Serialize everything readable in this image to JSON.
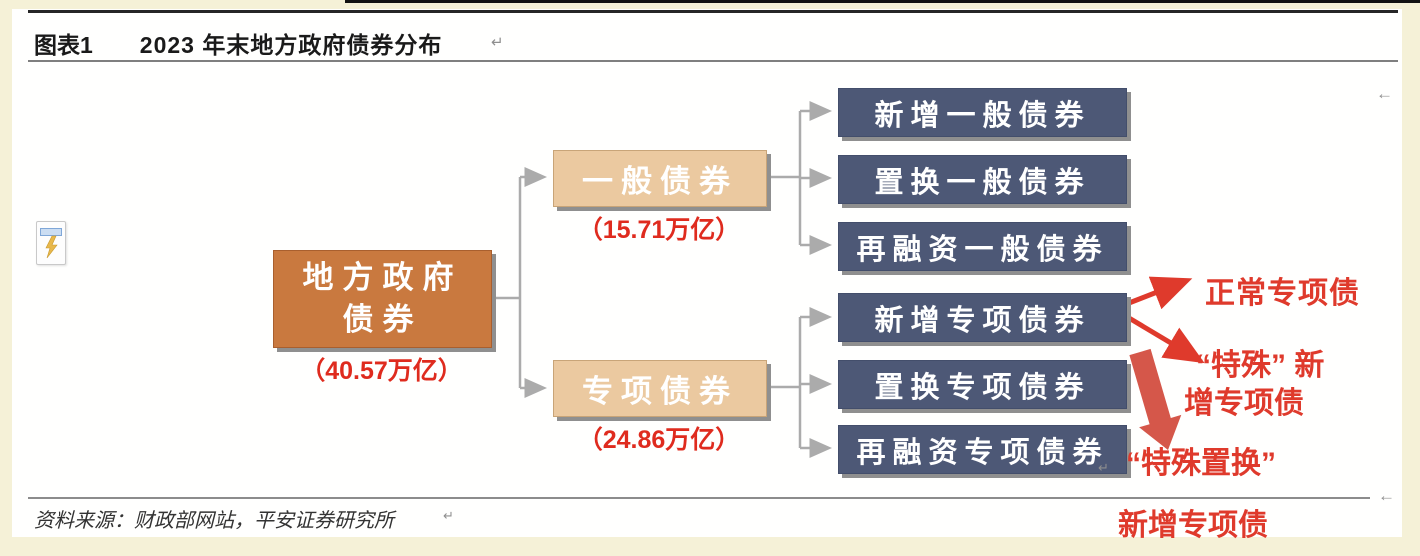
{
  "header": {
    "figure_tag": "图表1",
    "title": "2023 年末地方政府债券分布",
    "return_mark": "↵"
  },
  "chart": {
    "root": {
      "line1": "地方政府",
      "line2": "债券",
      "value": "（40.57万亿）"
    },
    "branches": [
      {
        "label": "一般债券",
        "value": "（15.71万亿）",
        "children": [
          {
            "label": "新增一般债券"
          },
          {
            "label": "置换一般债券"
          },
          {
            "label": "再融资一般债券"
          }
        ]
      },
      {
        "label": "专项债券",
        "value": "（24.86万亿）",
        "children": [
          {
            "label": "新增专项债券"
          },
          {
            "label": "置换专项债券"
          },
          {
            "label": "再融资专项债券"
          }
        ]
      }
    ]
  },
  "annotations": {
    "normal_special": "正常专项债",
    "special_new": {
      "line1": "“特殊” 新",
      "line2": "增专项债"
    },
    "special_swap": {
      "line1": "“特殊置换”",
      "line2": "新增专项债"
    }
  },
  "footer": {
    "source": "资料来源：财政部网站，平安证券研究所",
    "return_mark": "↵"
  },
  "marks": {
    "return": "↵",
    "line_end": "←"
  },
  "icons": {
    "autocorrect": "lightning-bolt-icon"
  },
  "colors": {
    "page_background": "#F5F1D7",
    "panel_background": "#FFFFFE",
    "root_box": "#C9793F",
    "branch_box": "#EBC9A0",
    "leaf_box": "#4D5876",
    "value_red": "#DF2B1E",
    "annotation_red": "#DF3A2C",
    "block_arrow_red": "#D5574A",
    "connector_gray": "#ABABAB"
  }
}
